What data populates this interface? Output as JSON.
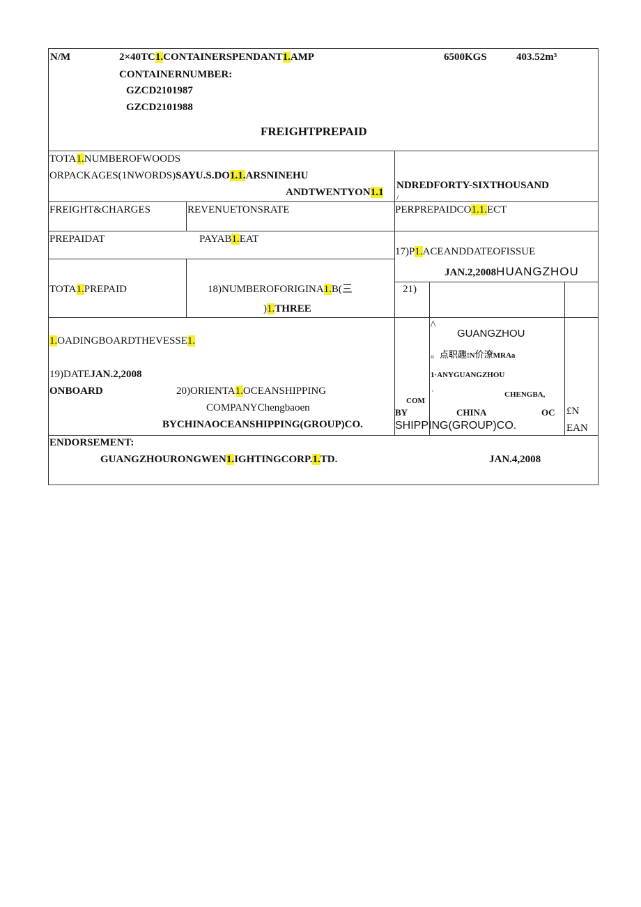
{
  "marks": {
    "nm_label": "N/M",
    "line1_a": "2×40TC",
    "hl_l": "1.",
    "line1_b": "CONTAINERSPENDANT",
    "line1_c": "AMP",
    "weight": "6500KGS",
    "volume": "403.52m³",
    "container_number_label": "CONTAINERNUMBER:",
    "containers": [
      "GZCD2101987",
      "GZCD2101988"
    ],
    "freight_prepaid": "FREIGHTPREPAID"
  },
  "total_packages": {
    "label_a": "TOTA",
    "label_b": "NUMBEROFWOODS",
    "label_c": "ORPACKAGES(1NWORDS)",
    "value_a": "SAYU.S.DO",
    "value_hl": "1.1.",
    "value_b": "ARSNINEHU",
    "value_c": "ANDTWENTYON",
    "value_c_hl": "1.1",
    "value_right": "NDREDFORTY-SIXTHOUSAND",
    "value_right_mark": "/"
  },
  "charges": {
    "freight_label": "FREIGHT&CHARGES",
    "revenue_label": "REVENUETONSRATE",
    "per_a": "PERPREPAIDCO",
    "per_hl": "1.1.",
    "per_b": "ECT"
  },
  "prepaid": {
    "prepaid_at": "PREPAIDAT",
    "payable_a": "PAYAB",
    "payable_hl": "1.",
    "payable_b": "EAT",
    "place_a": "17)P",
    "place_hl": "1.",
    "place_b": "ACEANDDATEOFISSUE",
    "issue_date": "JAN.2,2008",
    "issue_place": "HUANGZHOU"
  },
  "totals": {
    "total_a": "TOTA",
    "total_hl": "1.",
    "total_b": "PREPAID",
    "orig_a": "18)NUMBEROFORIGINA",
    "orig_hl": "1.",
    "orig_b": "B(三",
    "three_a": ")",
    "three_hl": "1.",
    "three_b": "THREE",
    "box21": "21)"
  },
  "loading": {
    "hl": "1.",
    "text_a": "OADINGBOARDTHEVESSE",
    "hl2": "1.",
    "date_label": "19)DATE",
    "date_value": "JAN.2,2008",
    "onboard": "ONBOARD",
    "oriental_a": "20)ORIENTA",
    "oriental_hl": "1.",
    "oriental_b": "OCEANSHIPPING",
    "company": "COMPANYChengbaoen",
    "by_cosco": "BYCHINAOCEANSHIPPING(GROUP)CO."
  },
  "stamp": {
    "slash": "/\\",
    "guangzhou": "GUANGZHOU",
    "garbled_a": "。点职趣",
    "garbled_b": "!N",
    "garbled_c": "价潦",
    "garbled_d": "MRAa",
    "any_a": "1·ANYGUANGZHOU",
    "tick": "`",
    "chengba": "CHENGBA,",
    "com": "COM",
    "by": "BY",
    "china": "CHINA",
    "oc": "OC",
    "shipping": "SHIPPING(GROUP)CO.",
    "right_a": "£N",
    "right_b": "EAN"
  },
  "endorsement": {
    "label": "ENDORSEMENT:",
    "company_a": "GUANGZHOURONGWEN",
    "hl1": "1.",
    "company_b": "IGHTINGCORP.",
    "hl2": "1.",
    "company_c": "TD.",
    "date": "JAN.4,2008"
  }
}
